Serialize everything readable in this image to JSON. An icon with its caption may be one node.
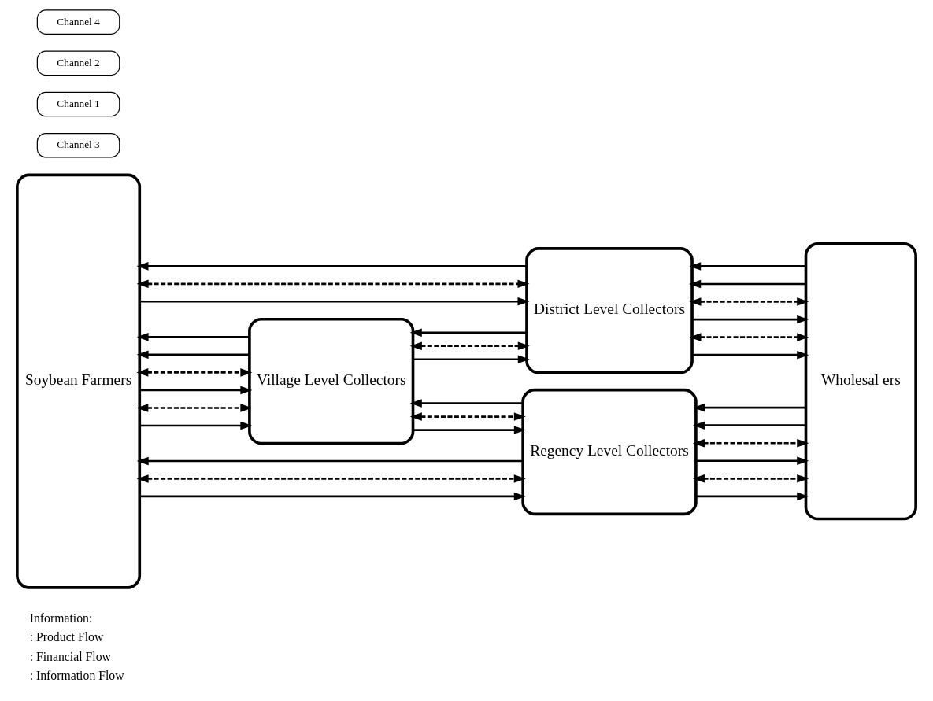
{
  "diagram": {
    "nodes": [
      {
        "text": [
          "Soybean Farmers"
        ]
      },
      {
        "text": [
          "Village Level Collectors"
        ]
      },
      {
        "text": [
          "District Level Collectors"
        ]
      },
      {
        "text": [
          "Regency Level Collectors"
        ]
      },
      {
        "text": [
          "Wholesal ers"
        ]
      },
      {
        "text": [
          "Channel 3"
        ]
      },
      {
        "text": [
          "Channel 1"
        ]
      },
      {
        "text": [
          "Channel 2"
        ]
      },
      {
        "text": [
          "Channel 4"
        ]
      }
    ],
    "edges": [
      {
        "from": 0,
        "to": 2,
        "arrow": "to"
      },
      {
        "from": 2,
        "to": 0,
        "arrow": "to"
      },
      {
        "from": 0,
        "to": 2,
        "arrow": "both",
        "style": "dashed"
      },
      {
        "from": 0,
        "to": 1,
        "arrow": "to"
      },
      {
        "from": 1,
        "to": 0,
        "arrow": "to"
      },
      {
        "from": 0,
        "to": 1,
        "arrow": "both",
        "style": "dashed"
      },
      {
        "from": 0,
        "to": 1,
        "arrow": "to"
      },
      {
        "from": 1,
        "to": 0,
        "arrow": "to"
      },
      {
        "from": 0,
        "to": 1,
        "arrow": "both",
        "style": "dashed"
      },
      {
        "from": 0,
        "to": 3,
        "arrow": "to"
      },
      {
        "from": 3,
        "to": 0,
        "arrow": "to"
      },
      {
        "from": 0,
        "to": 3,
        "arrow": "both",
        "style": "dashed"
      },
      {
        "from": 1,
        "to": 2,
        "arrow": "to"
      },
      {
        "from": 2,
        "to": 1,
        "arrow": "to"
      },
      {
        "from": 1,
        "to": 2,
        "arrow": "both",
        "style": "dashed"
      },
      {
        "from": 1,
        "to": 3,
        "arrow": "to"
      },
      {
        "from": 3,
        "to": 1,
        "arrow": "to"
      },
      {
        "from": 1,
        "to": 3,
        "arrow": "both",
        "style": "dashed"
      },
      {
        "from": 2,
        "to": 4,
        "arrow": "to"
      },
      {
        "from": 4,
        "to": 2,
        "arrow": "to"
      },
      {
        "from": 2,
        "to": 4,
        "arrow": "both",
        "style": "dashed"
      },
      {
        "from": 2,
        "to": 4,
        "arrow": "to"
      },
      {
        "from": 4,
        "to": 2,
        "arrow": "to"
      },
      {
        "from": 2,
        "to": 4,
        "arrow": "both",
        "style": "dashed"
      },
      {
        "from": 3,
        "to": 4,
        "arrow": "to"
      },
      {
        "from": 4,
        "to": 3,
        "arrow": "to"
      },
      {
        "from": 3,
        "to": 4,
        "arrow": "both",
        "style": "dashed"
      },
      {
        "from": 3,
        "to": 4,
        "arrow": "to"
      },
      {
        "from": 4,
        "to": 3,
        "arrow": "to"
      },
      {
        "from": 3,
        "to": 4,
        "arrow": "both",
        "style": "dashed"
      }
    ],
    "labels": [
      "Information:"
    ],
    "legend": [
      {
        "text": ": Product Flow"
      },
      {
        "text": ": Financial Flow"
      },
      {
        "text": ": Information Flow"
      }
    ]
  }
}
